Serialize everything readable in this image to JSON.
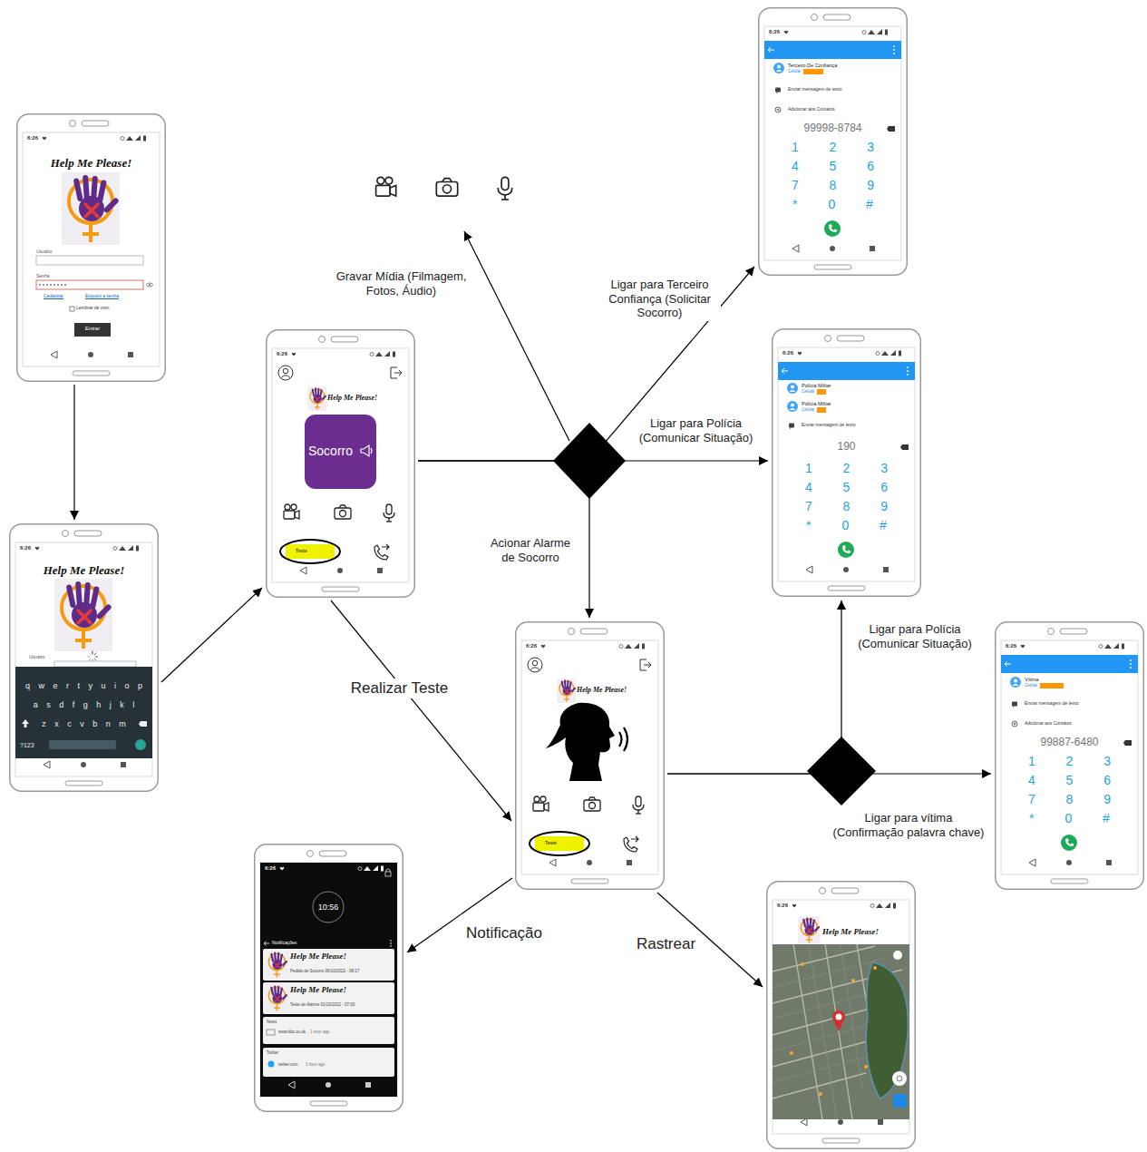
{
  "diagram": {
    "nodes": [
      {
        "text": [
          "6:26",
          "Help Me Please!",
          "Usuário",
          "Senha",
          "Cadastrar",
          "Esqueci a senha",
          "Lembrar de mim",
          "Entrar"
        ]
      },
      {
        "text": [
          "6:26",
          "Help Me Please!",
          "Usuário",
          "q w e r t y u i o p",
          "a s d f g h j k l",
          "z x c v b n m",
          "?123"
        ]
      },
      {
        "text": [
          "6:26",
          "Help Me Please!",
          "Socorro",
          "Teste"
        ]
      },
      {
        "text": [
          "6:26",
          "Terceiro De Confiança",
          "Celular",
          "Enviar mensagem de texto",
          "Adicionar aos Contatos",
          "99998-8784",
          "1 2 3",
          "4 5 6",
          "7 8 9",
          "* 0 #"
        ]
      },
      {
        "text": [
          "6:26",
          "Polícia Militar",
          "Celular",
          "Polícia Militar",
          "Celular",
          "Enviar mensagem de texto",
          "190",
          "1 2 3",
          "4 5 6",
          "7 8 9",
          "* 0 #"
        ]
      },
      {
        "text": [
          "6:26",
          "Help Me Please!",
          "Teste"
        ]
      },
      {
        "text": [
          "6:26",
          "Vítima",
          "Celular",
          "Enviar mensagem de texto",
          "Adicionar aos Contatos",
          "99887-6480",
          "1 2 3",
          "4 5 6",
          "7 8 9",
          "* 0 #"
        ]
      },
      {
        "text": [
          "6:26",
          "10:56",
          "Notificações",
          "Help Me Please!",
          "Pedido de Socorro 06/10/2022 - 08:17",
          "Help Me Please!",
          "Teste de Alarme 01/10/2022 - 07:00",
          "News",
          "www.bbc.co.uk",
          "1 hour ago",
          "Twitter",
          "twitter.com",
          "1 hour ago"
        ]
      },
      {
        "text": [
          "6:26",
          "Help Me Please!"
        ]
      }
    ],
    "edges": [
      {
        "from": 0,
        "to": 1,
        "arrow": "to"
      },
      {
        "from": 1,
        "to": 2,
        "arrow": "to"
      },
      {
        "from": 2,
        "to": 3,
        "label": "Ligar para Terceiro Confiança (Solicitar Socorro)",
        "arrow": "to"
      },
      {
        "from": 2,
        "to": 4,
        "label": "Ligar para Polícia (Comunicar Situação)",
        "arrow": "to"
      },
      {
        "from": 2,
        "to": 5,
        "label": "Acionar Alarme de Socorro",
        "arrow": "to"
      },
      {
        "from": 2,
        "to": 5,
        "label": "Realizar Teste",
        "arrow": "to"
      },
      {
        "from": 5,
        "to": 4,
        "label": "Ligar para Polícia (Comunicar Situação)",
        "arrow": "to"
      },
      {
        "from": 5,
        "to": 6,
        "label": "Ligar para vítima (Confirmação palavra chave)",
        "arrow": "to"
      },
      {
        "from": 5,
        "to": 7,
        "label": "Notificação",
        "arrow": "to"
      },
      {
        "from": 5,
        "to": 8,
        "label": "Rastrear",
        "arrow": "to"
      }
    ],
    "labels": [
      "Gravar Mídia (Filmagem, Fotos, Áudio)"
    ]
  }
}
